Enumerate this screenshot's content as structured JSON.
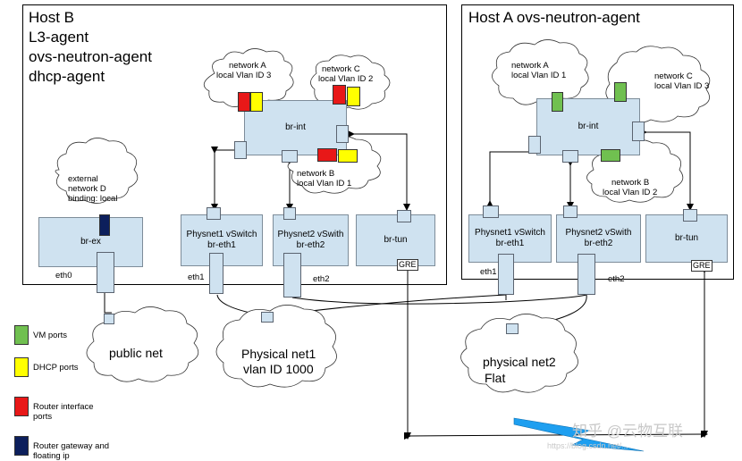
{
  "hostB": {
    "title_lines": [
      "Host B",
      "L3-agent",
      "ovs-neutron-agent",
      "dhcp-agent"
    ]
  },
  "hostA": {
    "title": "Host A ovs-neutron-agent"
  },
  "bridges": {
    "b_brint": "br-int",
    "b_brex": "br-ex",
    "b_eth1": [
      "Physnet1 vSwitch",
      "br-eth1"
    ],
    "b_eth2": [
      "Physnet2 vSwith",
      "br-eth2"
    ],
    "b_brtun": "br-tun",
    "a_brint": "br-int",
    "a_eth1": [
      "Physnet1 vSwitch",
      "br-eth1"
    ],
    "a_eth2": [
      "Physnet2 vSwith",
      "br-eth2"
    ],
    "a_brtun": "br-tun"
  },
  "clouds": {
    "b_netA": [
      "network A",
      "local Vlan ID 3"
    ],
    "b_netC": [
      "network C",
      "local Vlan ID 2"
    ],
    "b_netB": [
      "network B",
      "local Vlan ID 1"
    ],
    "b_netD": [
      "external",
      "network D",
      "binding: local"
    ],
    "a_netA": [
      "network A",
      "local Vlan ID 1"
    ],
    "a_netC": [
      "network C",
      "local Vlan ID 3"
    ],
    "a_netB": [
      "network B",
      "local Vlan ID 2"
    ],
    "public": "public net",
    "phys1": [
      "Physical net1",
      "vlan ID 1000"
    ],
    "phys2": [
      "physical net2",
      "Flat"
    ]
  },
  "iface_labels": {
    "b_eth0": "eth0",
    "b_eth1": "eth1",
    "b_eth2": "eth2",
    "a_eth1": "eth1",
    "a_eth2": "eth2",
    "b_gre": "GRE",
    "a_gre": "GRE"
  },
  "legend": [
    {
      "label": "VM ports",
      "color": "#70c050"
    },
    {
      "label": "DHCP ports",
      "color": "#ffff00"
    },
    {
      "label": "Router interface ports",
      "color": "#e81818"
    },
    {
      "label": "Router gateway and floating ip",
      "color": "#0c1f5c"
    }
  ],
  "watermark": {
    "main": "知乎 @云物互联",
    "sub": "https://blog.csdn.net/..."
  },
  "colors": {
    "bridge_fill": "#cfe2f0",
    "vm": "#70c050",
    "dhcp": "#ffff00",
    "router": "#e81818",
    "gateway": "#0c1f5c",
    "lightning": "#1e9ff0"
  }
}
